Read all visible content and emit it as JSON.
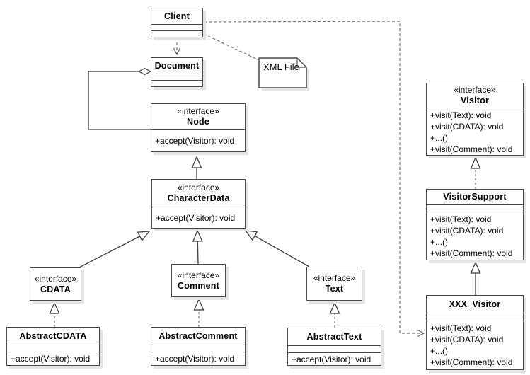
{
  "classes": {
    "client": {
      "name": "Client"
    },
    "document": {
      "name": "Document"
    },
    "node": {
      "stereotype": "«interface»",
      "name": "Node",
      "methods": [
        "+accept(Visitor): void"
      ]
    },
    "character_data": {
      "stereotype": "«interface»",
      "name": "CharacterData",
      "methods": [
        "+accept(Visitor): void"
      ]
    },
    "cdata": {
      "stereotype": "«interface»",
      "name": "CDATA"
    },
    "comment": {
      "stereotype": "«interface»",
      "name": "Comment"
    },
    "text": {
      "stereotype": "«interface»",
      "name": "Text"
    },
    "abstract_cdata": {
      "name": "AbstractCDATA",
      "methods": [
        "+accept(Visitor): void"
      ]
    },
    "abstract_comment": {
      "name": "AbstractComment",
      "methods": [
        "+accept(Visitor): void"
      ]
    },
    "abstract_text": {
      "name": "AbstractText",
      "methods": [
        "+accept(Visitor): void"
      ]
    },
    "visitor": {
      "stereotype": "«interface»",
      "name": "Visitor",
      "methods": [
        "+visit(Text): void",
        "+visit(CDATA): void",
        "+...()",
        "+visit(Comment): void"
      ]
    },
    "visitor_support": {
      "name": "VisitorSupport",
      "methods": [
        "+visit(Text): void",
        "+visit(CDATA): void",
        "+...()",
        "+visit(Comment): void"
      ]
    },
    "xxx_visitor": {
      "name": "XXX_Visitor",
      "methods": [
        "+visit(Text): void",
        "+visit(CDATA): void",
        "+...()",
        "+visit(Comment): void"
      ]
    }
  },
  "note": {
    "label": "XML File"
  },
  "relationships": [
    {
      "from": "Client",
      "to": "Document",
      "type": "dependency-dashed-arrow"
    },
    {
      "from": "Client",
      "to": "XML File",
      "type": "dashed-link"
    },
    {
      "from": "Client",
      "to": "XXX_Visitor",
      "type": "dependency-dashed-arrow"
    },
    {
      "from": "Document",
      "to": "Node",
      "type": "aggregation-diamond"
    },
    {
      "from": "CharacterData",
      "to": "Node",
      "type": "generalization"
    },
    {
      "from": "CDATA",
      "to": "CharacterData",
      "type": "generalization"
    },
    {
      "from": "Comment",
      "to": "CharacterData",
      "type": "generalization"
    },
    {
      "from": "Text",
      "to": "CharacterData",
      "type": "generalization"
    },
    {
      "from": "AbstractCDATA",
      "to": "CDATA",
      "type": "realization"
    },
    {
      "from": "AbstractComment",
      "to": "Comment",
      "type": "realization"
    },
    {
      "from": "AbstractText",
      "to": "Text",
      "type": "realization"
    },
    {
      "from": "VisitorSupport",
      "to": "Visitor",
      "type": "realization"
    },
    {
      "from": "XXX_Visitor",
      "to": "VisitorSupport",
      "type": "generalization"
    }
  ],
  "colors": {
    "box_border": "#4a4a4a",
    "solid_line": "#3f3f3f",
    "dashed_line": "#757575",
    "shadow": "#e4e4e4",
    "background": "#ffffff",
    "text": "#000000"
  }
}
